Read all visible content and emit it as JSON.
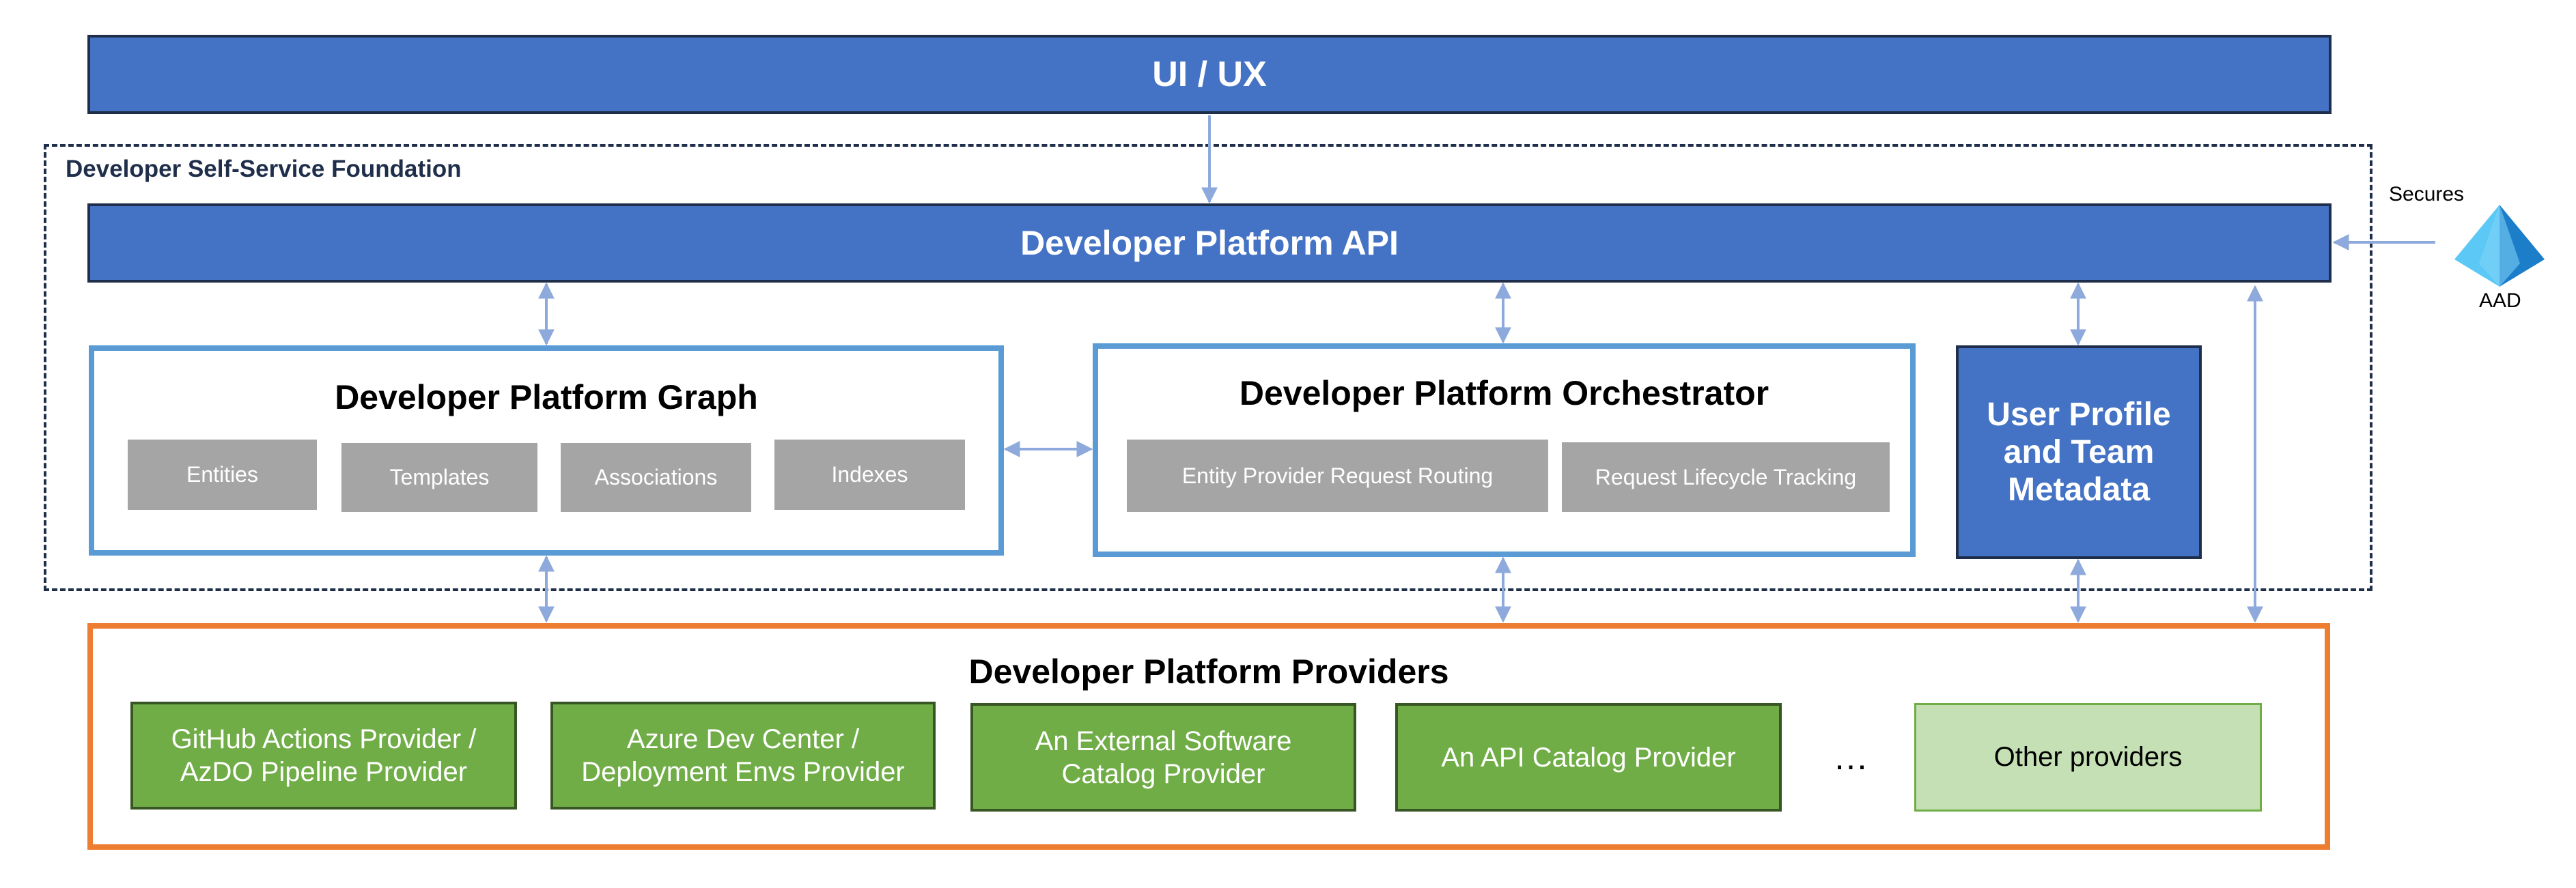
{
  "ui_ux": {
    "label": "UI / UX"
  },
  "foundation": {
    "label": "Developer Self-Service Foundation"
  },
  "api": {
    "label": "Developer Platform API"
  },
  "aad": {
    "secures_label": "Secures",
    "label": "AAD",
    "colors": {
      "light": "#5CC8F5",
      "dark": "#1C7DC9"
    }
  },
  "graph": {
    "title": "Developer Platform Graph",
    "items": [
      "Entities",
      "Templates",
      "Associations",
      "Indexes"
    ]
  },
  "orchestrator": {
    "title": "Developer Platform Orchestrator",
    "items": [
      "Entity Provider Request Routing",
      "Request Lifecycle Tracking"
    ]
  },
  "user_profile": {
    "line1": "User Profile",
    "line2": "and Team",
    "line3": "Metadata"
  },
  "providers": {
    "title": "Developer Platform Providers",
    "items": [
      {
        "line1": "GitHub Actions Provider /",
        "line2": "AzDO Pipeline Provider"
      },
      {
        "line1": "Azure Dev Center /",
        "line2": "Deployment Envs Provider"
      },
      {
        "line1": "An External Software",
        "line2": "Catalog Provider"
      },
      {
        "line1": "An API Catalog Provider",
        "line2": ""
      }
    ],
    "ellipsis": "…",
    "other": "Other providers"
  },
  "colors": {
    "primary_blue": "#4472C4",
    "outline_blue": "#5B9BD5",
    "provider_orange": "#ED7D31",
    "provider_green": "#70AD47",
    "light_green": "#C5E0B4",
    "grey": "#A5A5A5",
    "arrow": "#8EA9DB",
    "dashed": "#1F2E4A"
  }
}
